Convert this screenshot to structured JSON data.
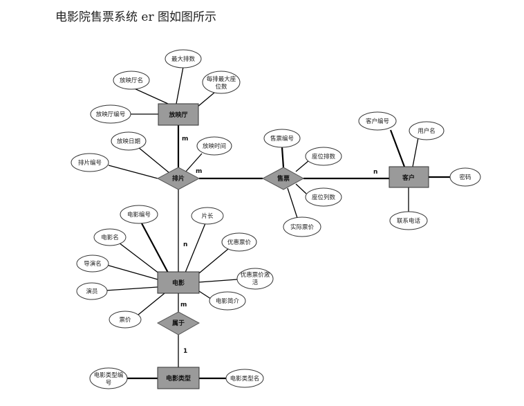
{
  "title": "电影院售票系统 er 图如图所示",
  "entities": {
    "hall": "放映厅",
    "customer": "客户",
    "movie": "电影",
    "movie_type": "电影类型"
  },
  "relationships": {
    "schedule": "排片",
    "ticket": "售票",
    "belongs": "属于"
  },
  "attributes": {
    "hall_name": "放映厅名",
    "max_rows": "最大排数",
    "max_seats_line1": "每排最大座",
    "max_seats_line2": "位数",
    "hall_no": "放映厅编号",
    "show_date": "放映日期",
    "show_time": "放映时间",
    "schedule_no": "排片编号",
    "ticket_no": "售票编号",
    "seat_row": "座位排数",
    "seat_col": "座位列数",
    "actual_price": "实际票价",
    "customer_no": "客户编号",
    "username": "用户名",
    "password": "密码",
    "phone": "联系电话",
    "movie_no": "电影编号",
    "duration": "片长",
    "movie_name": "电影名",
    "discount_price": "优惠票价",
    "director": "导演名",
    "discount_active_line1": "优惠票价激",
    "discount_active_line2": "活",
    "actor": "演员",
    "intro": "电影简介",
    "price": "票价",
    "type_no_line1": "电影类型编",
    "type_no_line2": "号",
    "type_name": "电影类型名"
  },
  "cardinalities": {
    "hall_schedule": "m",
    "schedule_ticket": "m",
    "ticket_customer": "n",
    "schedule_movie": "n",
    "movie_belongs": "m",
    "belongs_type": "1"
  }
}
